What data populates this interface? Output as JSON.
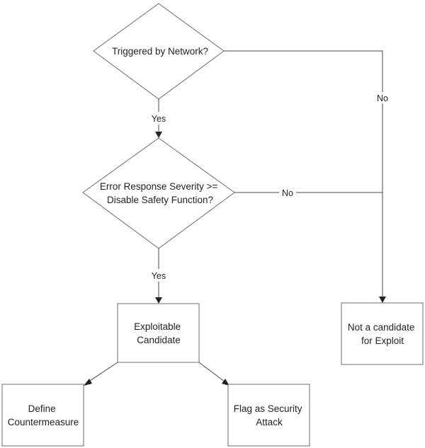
{
  "nodes": {
    "decision_network": {
      "lines": [
        "Triggered by Network?"
      ]
    },
    "decision_severity": {
      "lines": [
        "Error Response Severity >=",
        "Disable Safety Function?"
      ]
    },
    "exploitable": {
      "lines": [
        "Exploitable",
        "Candidate"
      ]
    },
    "not_candidate": {
      "lines": [
        "Not a candidate",
        "for Exploit"
      ]
    },
    "define": {
      "lines": [
        "Define",
        "Countermeasure"
      ]
    },
    "flag": {
      "lines": [
        "Flag as Security",
        "Attack"
      ]
    }
  },
  "edges": {
    "yes1": "Yes",
    "no1": "No",
    "yes2": "Yes",
    "no2": "No"
  }
}
